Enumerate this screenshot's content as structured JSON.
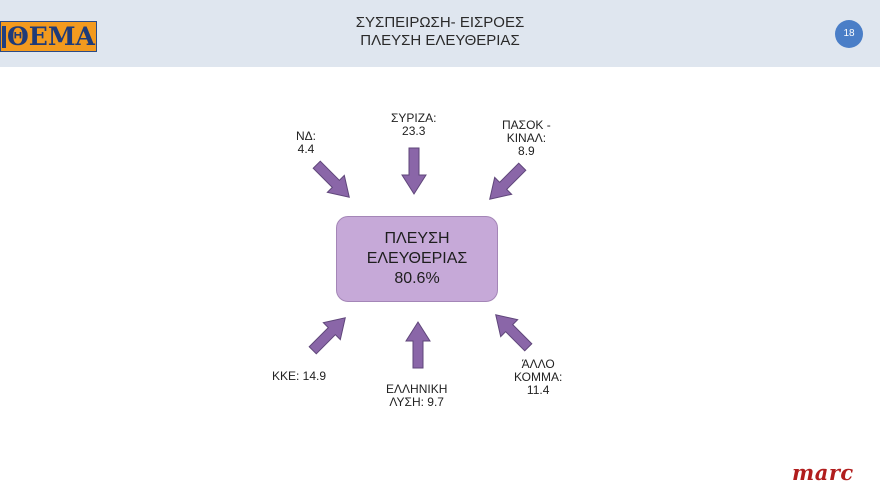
{
  "header": {
    "logo_text": "ΘΕΜΑ",
    "title_line1": "ΣΥΣΠΕΙΡΩΣΗ- ΕΙΣΡΟΕΣ",
    "title_line2": "ΠΛΕΥΣΗ ΕΛΕΥΘΕΡΙΑΣ",
    "page_number": "18"
  },
  "center": {
    "line1": "ΠΛΕΥΣΗ",
    "line2": "ΕΛΕΥΘΕΡΙΑΣ",
    "value": "80.6%"
  },
  "sources": {
    "nd": {
      "name": "ΝΔ:",
      "value": "4.4"
    },
    "syriza": {
      "name": "ΣΥΡΙΖΑ:",
      "value": "23.3"
    },
    "pasok": {
      "name1": "ΠΑΣΟΚ -",
      "name2": "ΚΙΝΑΛ:",
      "value": "8.9"
    },
    "kke": {
      "text": "ΚΚΕ: 14.9"
    },
    "elliniki": {
      "name": "ΕΛΛΗΝΙΚΗ",
      "text2": "ΛΥΣΗ: 9.7"
    },
    "allo": {
      "name1": "ΆΛΛΟ",
      "name2": "ΚΟΜΜΑ:",
      "value": "11.4"
    }
  },
  "footer": {
    "brand": "marc"
  },
  "colors": {
    "arrow_fill": "#8a66a8",
    "arrow_stroke": "#5f467a",
    "box_fill": "#c6a9d8",
    "header_bg": "#dfe6ef"
  }
}
